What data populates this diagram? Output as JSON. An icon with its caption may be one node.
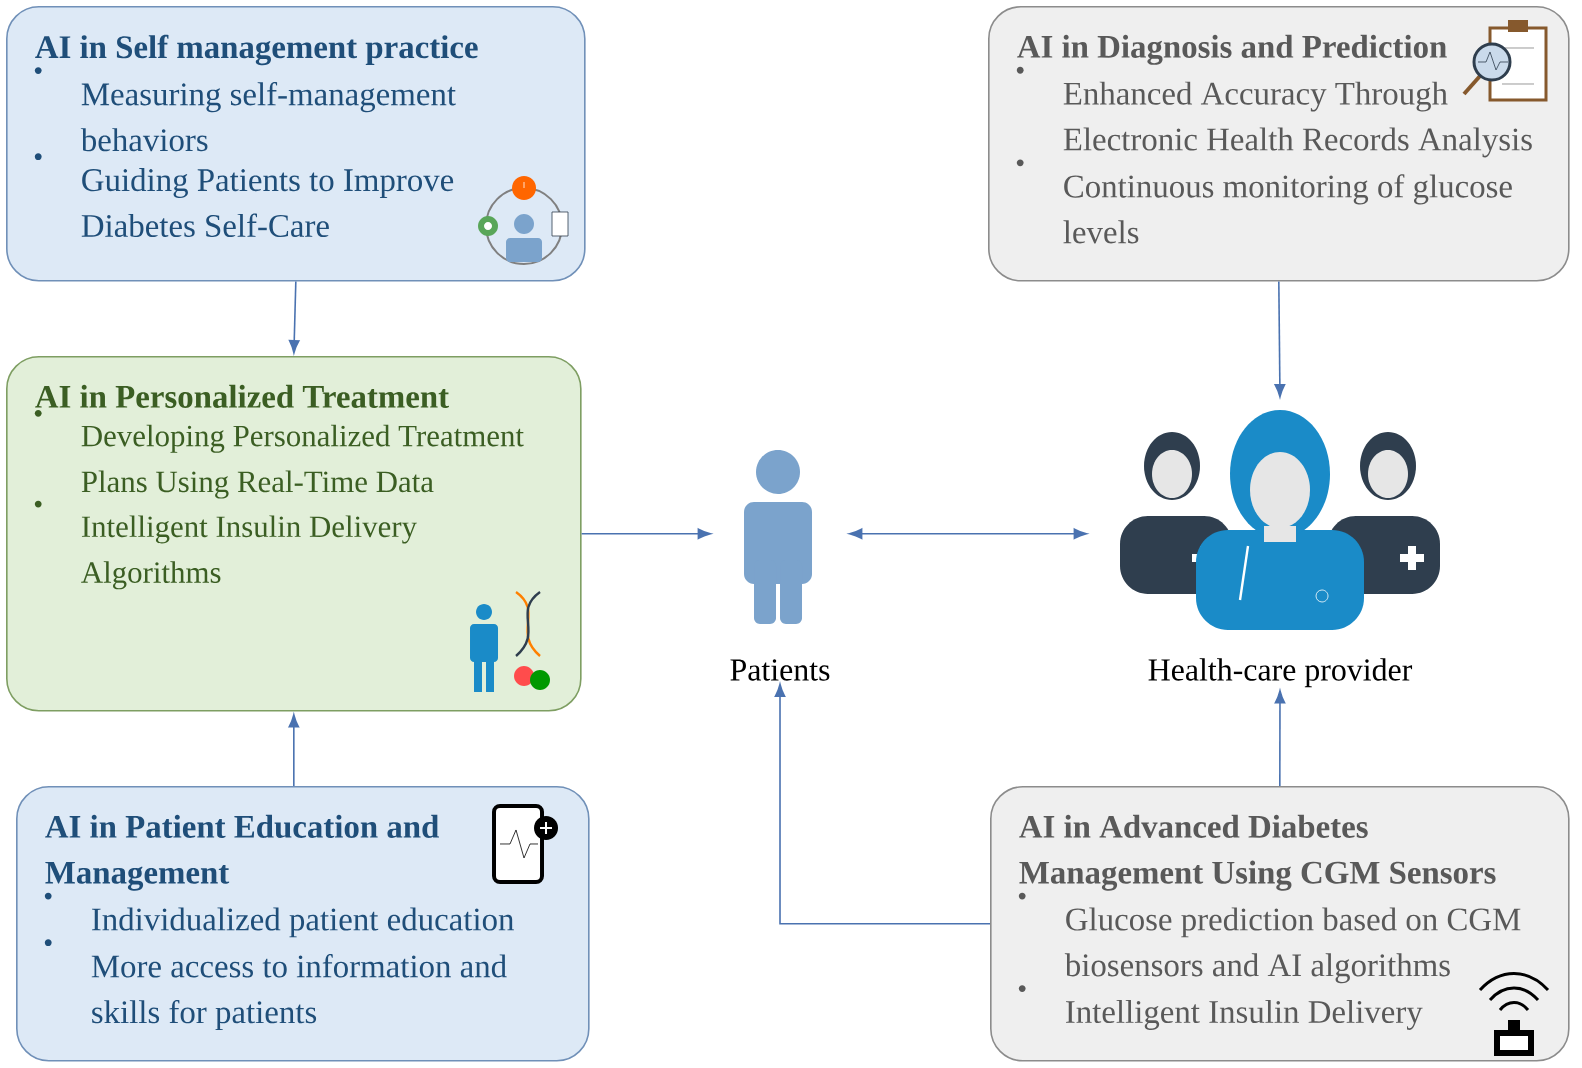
{
  "diagram": {
    "nodes": [
      {
        "text": [
          "AI in Self management practice",
          "Measuring self-management behaviors",
          "Guiding Patients to Improve Diabetes Self-Care"
        ]
      },
      {
        "text": [
          "AI in Diagnosis and Prediction",
          "Enhanced Accuracy Through Electronic Health Records Analysis",
          "Continuous monitoring of glucose levels"
        ]
      },
      {
        "text": [
          "AI in Personalized Treatment",
          "Developing Personalized Treatment Plans Using Real-Time Data",
          "Intelligent Insulin Delivery Algorithms"
        ]
      },
      {
        "text": [
          "Patients"
        ]
      },
      {
        "text": [
          "Health-care provider"
        ]
      },
      {
        "text": [
          "AI in Patient Education and Management",
          "Individualized patient education",
          "More access to information and skills for patients"
        ]
      },
      {
        "text": [
          "AI in Advanced Diabetes Management Using CGM Sensors",
          "Glucose prediction based on CGM biosensors and AI algorithms",
          "Intelligent Insulin Delivery"
        ]
      }
    ],
    "edges": [
      {
        "from": 0,
        "to": 2,
        "arrow": "to"
      },
      {
        "from": 1,
        "to": 4,
        "arrow": "to"
      },
      {
        "from": 2,
        "to": 3,
        "arrow": "to"
      },
      {
        "from": 3,
        "to": 4,
        "arrow": "both"
      },
      {
        "from": 5,
        "to": 2,
        "arrow": "to"
      },
      {
        "from": 6,
        "to": 3,
        "arrow": "to"
      },
      {
        "from": 6,
        "to": 4,
        "arrow": "to"
      }
    ]
  }
}
